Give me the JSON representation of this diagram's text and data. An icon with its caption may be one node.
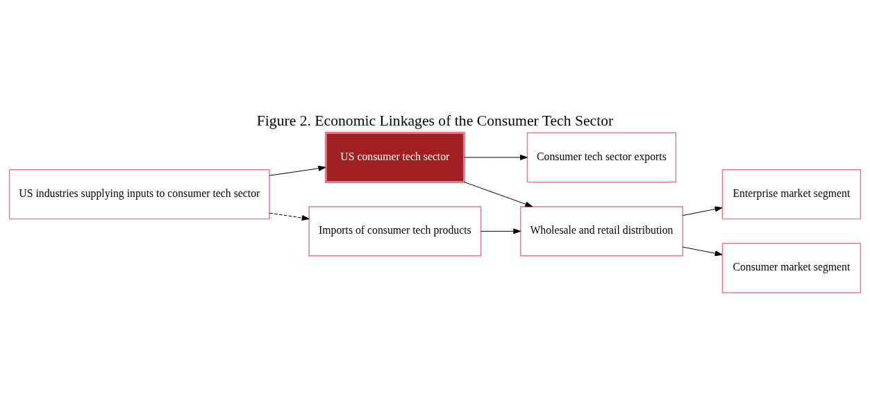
{
  "diagram": {
    "title": "Figure 2. Economic Linkages of the Consumer Tech Sector",
    "nodes": [
      {
        "text": [
          "US industries supplying inputs to consumer tech sector"
        ]
      },
      {
        "text": [
          "US consumer tech sector"
        ]
      },
      {
        "text": [
          "Imports of consumer tech products"
        ]
      },
      {
        "text": [
          "Consumer tech sector exports"
        ]
      },
      {
        "text": [
          "Wholesale and retail distribution"
        ]
      },
      {
        "text": [
          "Enterprise market segment"
        ]
      },
      {
        "text": [
          "Consumer market segment"
        ]
      }
    ],
    "edges": [
      {
        "from": 0,
        "to": 1,
        "arrow": "to"
      },
      {
        "from": 0,
        "to": 2,
        "arrow": "to",
        "style": "dashed"
      },
      {
        "from": 1,
        "to": 3,
        "arrow": "to"
      },
      {
        "from": 1,
        "to": 4,
        "arrow": "to"
      },
      {
        "from": 2,
        "to": 4,
        "arrow": "to"
      },
      {
        "from": 4,
        "to": 5,
        "arrow": "to"
      },
      {
        "from": 4,
        "to": 6,
        "arrow": "to"
      }
    ]
  }
}
